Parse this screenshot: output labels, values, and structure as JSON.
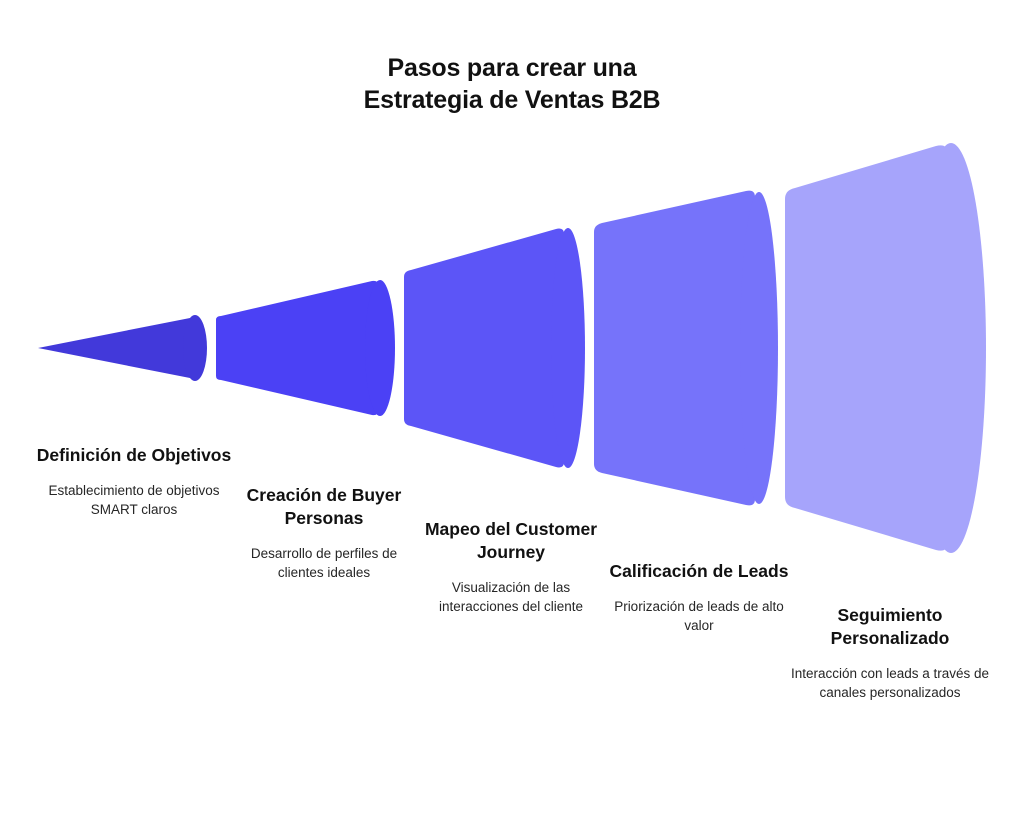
{
  "title": {
    "line1": "Pasos para crear una",
    "line2": "Estrategia de Ventas B2B"
  },
  "diagram": {
    "type": "funnel-cone",
    "orientation": "horizontal-left-to-right-expanding",
    "segment_count": 5,
    "background": "#ffffff",
    "separator_color": "#ffffff"
  },
  "steps": [
    {
      "index": 1,
      "title": "Definición de Objetivos",
      "description": "Establecimiento de objetivos SMART claros",
      "color": "#4239da"
    },
    {
      "index": 2,
      "title": "Creación de Buyer Personas",
      "description": "Desarrollo de perfiles de clientes ideales",
      "color": "#4b41f5"
    },
    {
      "index": 3,
      "title": "Mapeo del Customer Journey",
      "description": "Visualización de las interacciones del cliente",
      "color": "#5c55f7"
    },
    {
      "index": 4,
      "title": "Calificación de Leads",
      "description": "Priorización de leads de alto valor",
      "color": "#7673fa"
    },
    {
      "index": 5,
      "title": "Seguimiento Personalizado",
      "description": "Interacción con leads a través de canales personalizados",
      "color": "#a6a4fb"
    }
  ]
}
